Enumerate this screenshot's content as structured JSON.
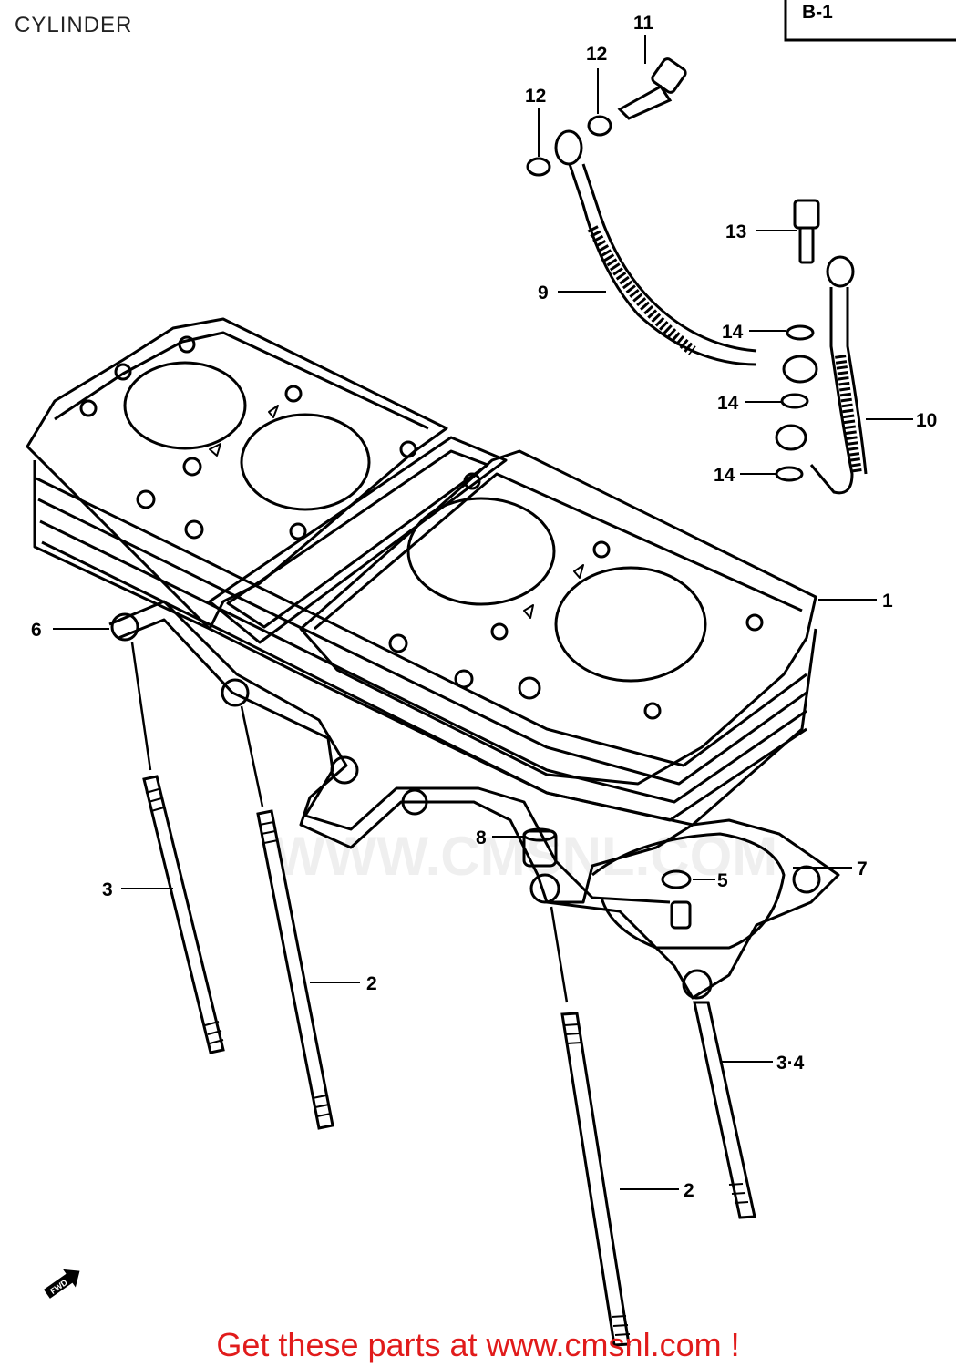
{
  "title": "CYLINDER",
  "badge": "B-1",
  "cta": "Get these parts at www.cmsnl.com !",
  "watermark": "WWW.CMSNL.COM",
  "fwd_label": "FWD",
  "callouts": [
    {
      "id": "c11",
      "label": "11"
    },
    {
      "id": "c12a",
      "label": "12"
    },
    {
      "id": "c12b",
      "label": "12"
    },
    {
      "id": "c13",
      "label": "13"
    },
    {
      "id": "c9",
      "label": "9"
    },
    {
      "id": "c14a",
      "label": "14"
    },
    {
      "id": "c14b",
      "label": "14"
    },
    {
      "id": "c14c",
      "label": "14"
    },
    {
      "id": "c10",
      "label": "10"
    },
    {
      "id": "c1",
      "label": "1"
    },
    {
      "id": "c6",
      "label": "6"
    },
    {
      "id": "c7",
      "label": "7"
    },
    {
      "id": "c8",
      "label": "8"
    },
    {
      "id": "c5",
      "label": "5"
    },
    {
      "id": "c3",
      "label": "3"
    },
    {
      "id": "c2a",
      "label": "2"
    },
    {
      "id": "c34",
      "label": "3·4"
    },
    {
      "id": "c2b",
      "label": "2"
    }
  ]
}
